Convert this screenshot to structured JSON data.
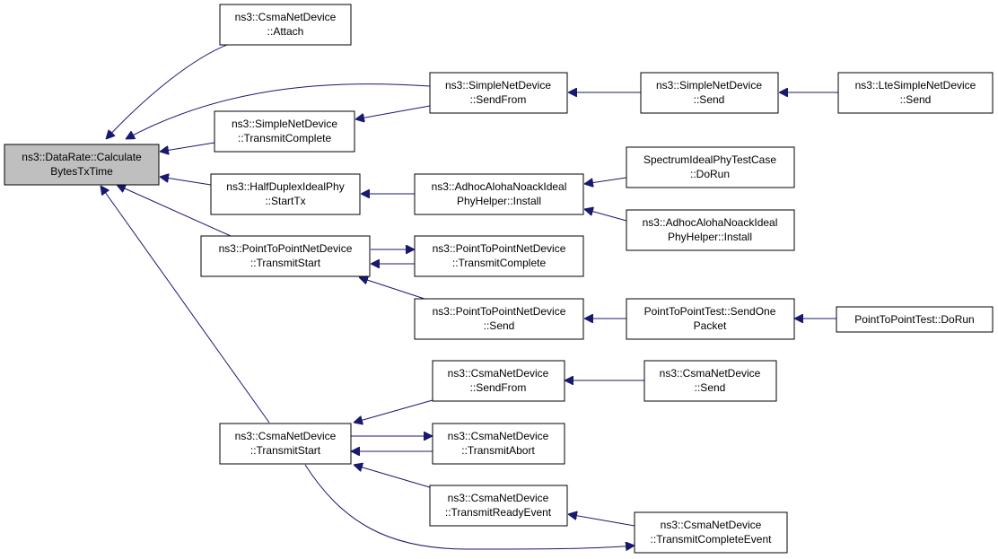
{
  "diagram": {
    "colors": {
      "edge": "#191970",
      "root_fill": "#bfbfbf",
      "node_fill": "#ffffff",
      "node_border": "#000000"
    },
    "nodes": {
      "n0": {
        "lines": [
          "ns3::DataRate::Calculate",
          "BytesTxTime"
        ]
      },
      "n1": {
        "lines": [
          "ns3::CsmaNetDevice",
          "::Attach"
        ]
      },
      "n2": {
        "lines": [
          "ns3::SimpleNetDevice",
          "::SendFrom"
        ]
      },
      "n3": {
        "lines": [
          "ns3::SimpleNetDevice",
          "::Send"
        ]
      },
      "n4": {
        "lines": [
          "ns3::LteSimpleNetDevice",
          "::Send"
        ]
      },
      "n5": {
        "lines": [
          "ns3::SimpleNetDevice",
          "::TransmitComplete"
        ]
      },
      "n6": {
        "lines": [
          "ns3::HalfDuplexIdealPhy",
          "::StartTx"
        ]
      },
      "n7": {
        "lines": [
          "ns3::AdhocAlohaNoackIdeal",
          "PhyHelper::Install"
        ]
      },
      "n8": {
        "lines": [
          "SpectrumIdealPhyTestCase",
          "::DoRun"
        ]
      },
      "n9": {
        "lines": [
          "ns3::AdhocAlohaNoackIdeal",
          "PhyHelper::Install"
        ]
      },
      "n10": {
        "lines": [
          "ns3::PointToPointNetDevice",
          "::TransmitStart"
        ]
      },
      "n11": {
        "lines": [
          "ns3::PointToPointNetDevice",
          "::TransmitComplete"
        ]
      },
      "n12": {
        "lines": [
          "ns3::PointToPointNetDevice",
          "::Send"
        ]
      },
      "n13": {
        "lines": [
          "PointToPointTest::SendOne",
          "Packet"
        ]
      },
      "n14": {
        "lines": [
          "PointToPointTest::DoRun"
        ]
      },
      "n15": {
        "lines": [
          "ns3::CsmaNetDevice",
          "::SendFrom"
        ]
      },
      "n16": {
        "lines": [
          "ns3::CsmaNetDevice",
          "::Send"
        ]
      },
      "n17": {
        "lines": [
          "ns3::CsmaNetDevice",
          "::TransmitStart"
        ]
      },
      "n18": {
        "lines": [
          "ns3::CsmaNetDevice",
          "::TransmitAbort"
        ]
      },
      "n19": {
        "lines": [
          "ns3::CsmaNetDevice",
          "::TransmitReadyEvent"
        ]
      },
      "n20": {
        "lines": [
          "ns3::CsmaNetDevice",
          "::TransmitCompleteEvent"
        ]
      }
    },
    "edges": [
      {
        "from": "n1",
        "to": "n0"
      },
      {
        "from": "n2",
        "to": "n0"
      },
      {
        "from": "n5",
        "to": "n0"
      },
      {
        "from": "n6",
        "to": "n0"
      },
      {
        "from": "n10",
        "to": "n0"
      },
      {
        "from": "n17",
        "to": "n0"
      },
      {
        "from": "n3",
        "to": "n2"
      },
      {
        "from": "n4",
        "to": "n3"
      },
      {
        "from": "n2",
        "to": "n5"
      },
      {
        "from": "n7",
        "to": "n6"
      },
      {
        "from": "n8",
        "to": "n7"
      },
      {
        "from": "n9",
        "to": "n7"
      },
      {
        "from": "n11",
        "to": "n10"
      },
      {
        "from": "n12",
        "to": "n10"
      },
      {
        "from": "n10",
        "to": "n11"
      },
      {
        "from": "n13",
        "to": "n12"
      },
      {
        "from": "n14",
        "to": "n13"
      },
      {
        "from": "n15",
        "to": "n17"
      },
      {
        "from": "n16",
        "to": "n15"
      },
      {
        "from": "n17",
        "to": "n18"
      },
      {
        "from": "n18",
        "to": "n17"
      },
      {
        "from": "n19",
        "to": "n17"
      },
      {
        "from": "n20",
        "to": "n19"
      },
      {
        "from": "n17",
        "to": "n20"
      }
    ]
  }
}
